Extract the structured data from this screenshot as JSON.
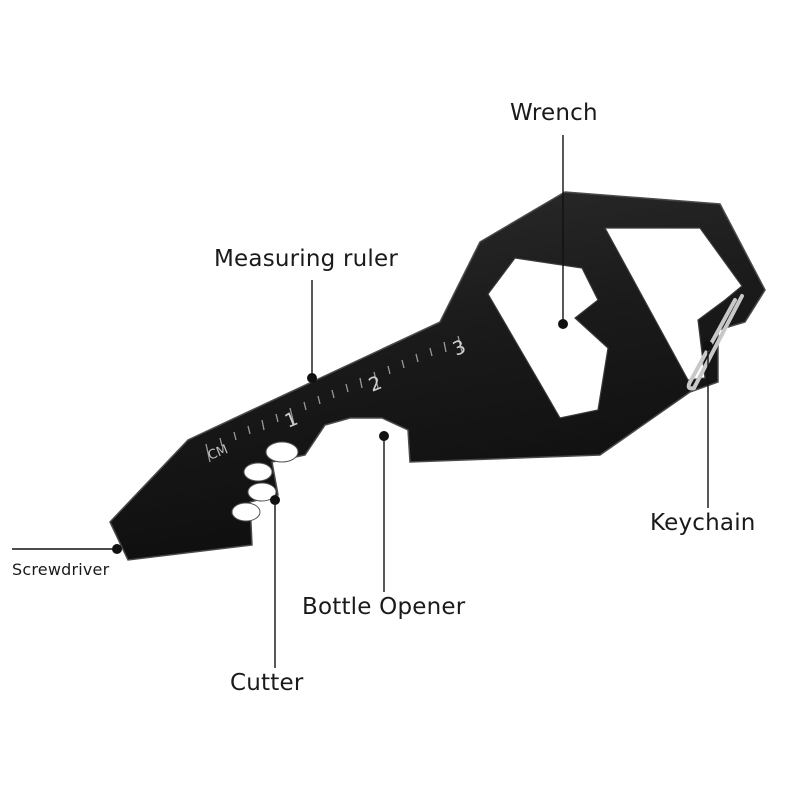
{
  "labels": {
    "wrench": "Wrench",
    "measuring_ruler": "Measuring ruler",
    "keychain": "Keychain",
    "screwdriver": "Screwdriver",
    "bottle_opener": "Bottle Opener",
    "cutter": "Cutter"
  },
  "ruler": {
    "unit": "CM",
    "marks": [
      "1",
      "2",
      "3"
    ]
  },
  "colors": {
    "tool_body": "#1c1c1c",
    "tool_edge": "#4a4a4a",
    "leader_line": "#111111",
    "ring": "#c8c8c8"
  }
}
